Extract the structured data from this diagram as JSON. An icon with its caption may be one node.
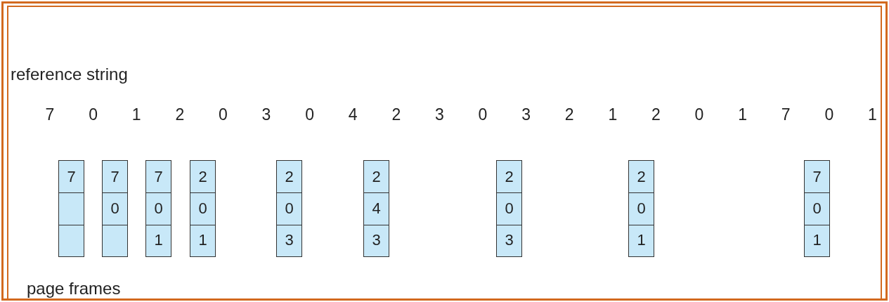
{
  "diagram": {
    "nodes": [
      {
        "text": [],
        "shape": "box"
      },
      {
        "text": [
          "7"
        ],
        "in": 0
      },
      {
        "text": [],
        "shape": "box",
        "in": 0
      },
      {
        "text": [],
        "shape": "box",
        "in": 0
      },
      {
        "text": [],
        "shape": "box"
      },
      {
        "text": [
          "7"
        ],
        "in": 4
      },
      {
        "text": [
          "0"
        ],
        "in": 4
      },
      {
        "text": [],
        "shape": "box",
        "in": 4
      },
      {
        "text": [],
        "shape": "box"
      },
      {
        "text": [
          "7"
        ],
        "in": 8
      },
      {
        "text": [
          "0"
        ],
        "in": 8
      },
      {
        "text": [
          "1"
        ],
        "in": 8
      },
      {
        "text": [],
        "shape": "box"
      },
      {
        "text": [
          "2"
        ],
        "in": 12
      },
      {
        "text": [
          "0"
        ],
        "in": 12
      },
      {
        "text": [
          "1"
        ],
        "in": 12
      },
      {
        "text": [],
        "shape": "box"
      },
      {
        "text": [
          "2"
        ],
        "in": 16
      },
      {
        "text": [
          "0"
        ],
        "in": 16
      },
      {
        "text": [
          "3"
        ],
        "in": 16
      },
      {
        "text": [],
        "shape": "box"
      },
      {
        "text": [
          "2"
        ],
        "in": 20
      },
      {
        "text": [
          "4"
        ],
        "in": 20
      },
      {
        "text": [
          "3"
        ],
        "in": 20
      },
      {
        "text": [],
        "shape": "box"
      },
      {
        "text": [
          "2"
        ],
        "in": 24
      },
      {
        "text": [
          "0"
        ],
        "in": 24
      },
      {
        "text": [
          "3"
        ],
        "in": 24
      },
      {
        "text": [],
        "shape": "box"
      },
      {
        "text": [
          "2"
        ],
        "in": 28
      },
      {
        "text": [
          "0"
        ],
        "in": 28
      },
      {
        "text": [
          "1"
        ],
        "in": 28
      },
      {
        "text": [],
        "shape": "box"
      },
      {
        "text": [
          "7"
        ],
        "in": 32
      },
      {
        "text": [
          "0"
        ],
        "in": 32
      },
      {
        "text": [
          "1"
        ],
        "in": 32
      }
    ],
    "labels": [
      "reference string",
      "7",
      "0",
      "1",
      "2",
      "0",
      "3",
      "0",
      "4",
      "2",
      "3",
      "0",
      "3",
      "2",
      "1",
      "2",
      "0",
      "1",
      "7",
      "0",
      "1",
      "page frames"
    ]
  }
}
